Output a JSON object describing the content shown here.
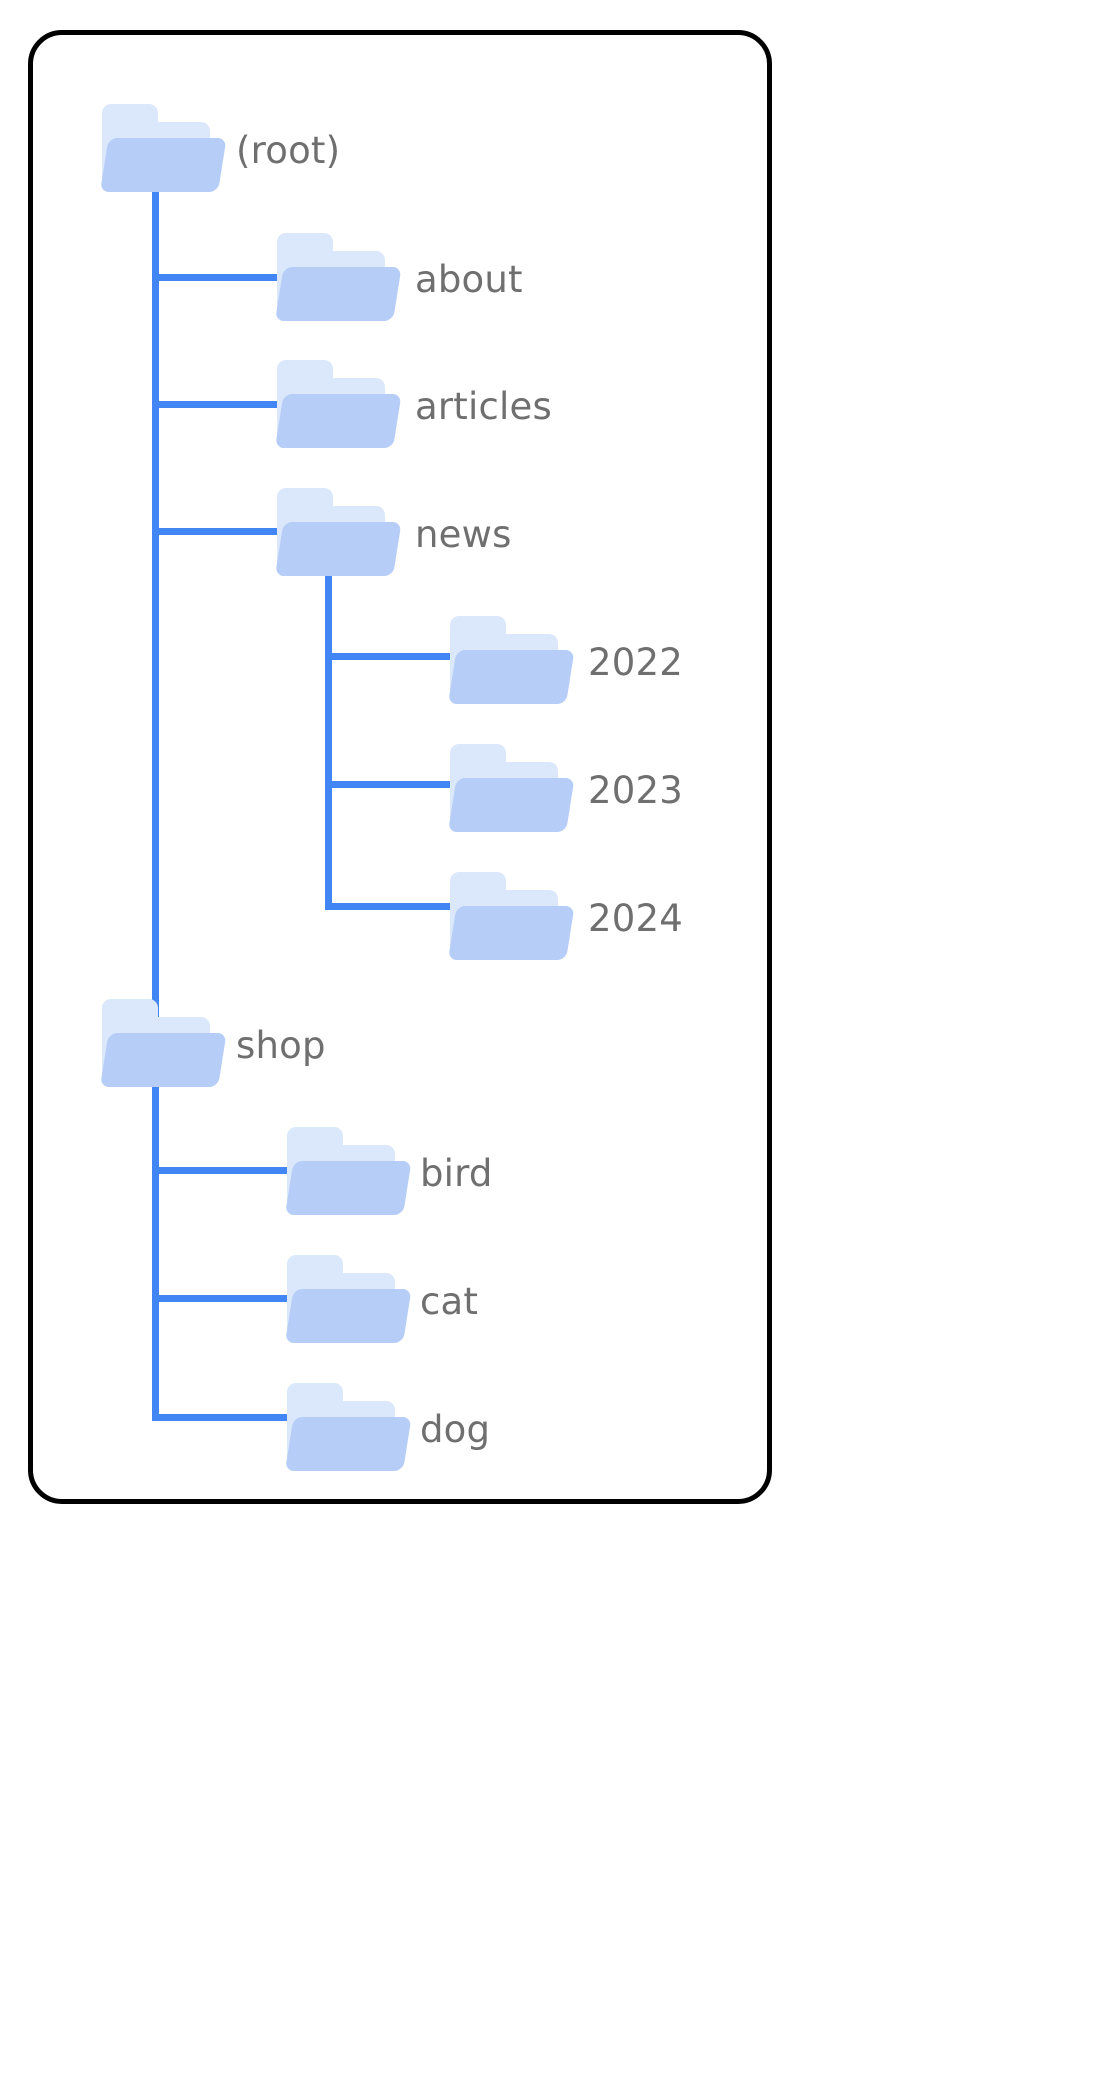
{
  "diagram": {
    "title": "folder-tree",
    "type": "tree",
    "colors": {
      "border": "#000000",
      "background": "#ffffff",
      "connector": "#4285f4",
      "folder_back": "#dbe7fb",
      "folder_front": "#b5cdf7",
      "label_text": "#6f6f6f"
    },
    "nodes": [
      {
        "id": "root",
        "label": "(root)",
        "depth": 0,
        "icon": "folder-icon"
      },
      {
        "id": "about",
        "label": "about",
        "depth": 1,
        "icon": "folder-icon"
      },
      {
        "id": "articles",
        "label": "articles",
        "depth": 1,
        "icon": "folder-icon"
      },
      {
        "id": "news",
        "label": "news",
        "depth": 1,
        "icon": "folder-icon"
      },
      {
        "id": "news2022",
        "label": "2022",
        "depth": 2,
        "icon": "folder-icon"
      },
      {
        "id": "news2023",
        "label": "2023",
        "depth": 2,
        "icon": "folder-icon"
      },
      {
        "id": "news2024",
        "label": "2024",
        "depth": 2,
        "icon": "folder-icon"
      },
      {
        "id": "shop",
        "label": "shop",
        "depth": 0,
        "icon": "folder-icon"
      },
      {
        "id": "bird",
        "label": "bird",
        "depth": 1,
        "icon": "folder-icon"
      },
      {
        "id": "cat",
        "label": "cat",
        "depth": 1,
        "icon": "folder-icon"
      },
      {
        "id": "dog",
        "label": "dog",
        "depth": 1,
        "icon": "folder-icon"
      }
    ]
  }
}
